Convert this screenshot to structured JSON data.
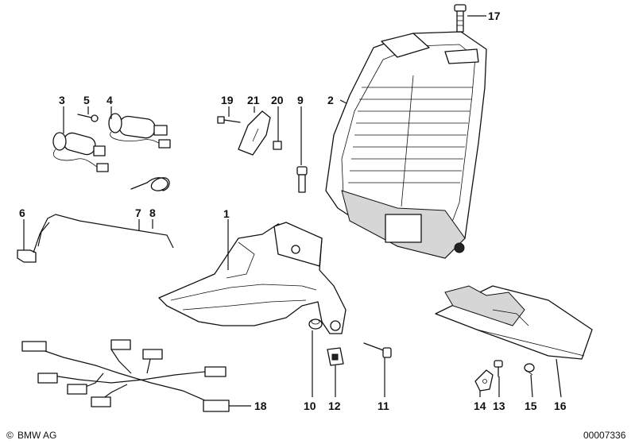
{
  "labels": {
    "p1": "1",
    "p2": "2",
    "p3": "3",
    "p4": "4",
    "p5": "5",
    "p6": "6",
    "p7": "7",
    "p8": "8",
    "p9": "9",
    "p10": "10",
    "p11": "11",
    "p12": "12",
    "p13": "13",
    "p14": "14",
    "p15": "15",
    "p16": "16",
    "p17": "17",
    "p18": "18",
    "p19": "19",
    "p20": "20",
    "p21": "21"
  },
  "footer": {
    "brand": "BMW AG",
    "copyright_symbol": "©",
    "image_number": "00007336"
  }
}
